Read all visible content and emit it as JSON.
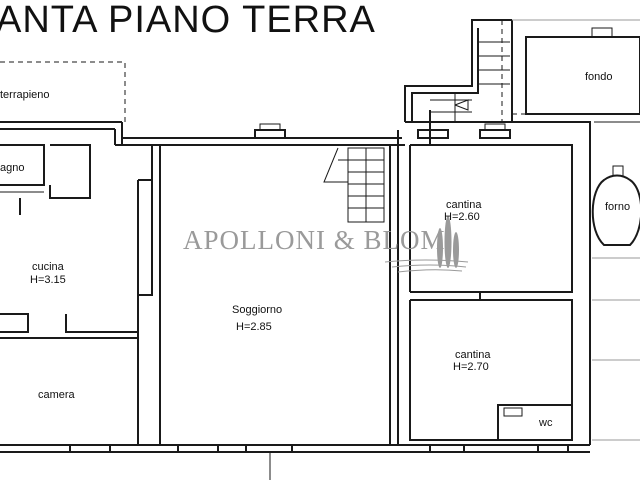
{
  "title": "ANTA PIANO TERRA",
  "watermark": {
    "text": "APOLLONI & BLOM",
    "color": "#9a9a9a"
  },
  "rooms": {
    "terrapieno": {
      "name": "terrapieno"
    },
    "bagno": {
      "name": "agno"
    },
    "cucina": {
      "name": "cucina",
      "height": "H=3.15"
    },
    "camera": {
      "name": "camera"
    },
    "soggiorno": {
      "name": "Soggiorno",
      "height": "H=2.85"
    },
    "cantina_upper": {
      "name": "cantina",
      "height": "H=2.60"
    },
    "cantina_lower": {
      "name": "cantina",
      "height": "H=2.70"
    },
    "wc": {
      "name": "wc"
    },
    "fondo": {
      "name": "fondo"
    },
    "forno": {
      "name": "forno"
    }
  }
}
